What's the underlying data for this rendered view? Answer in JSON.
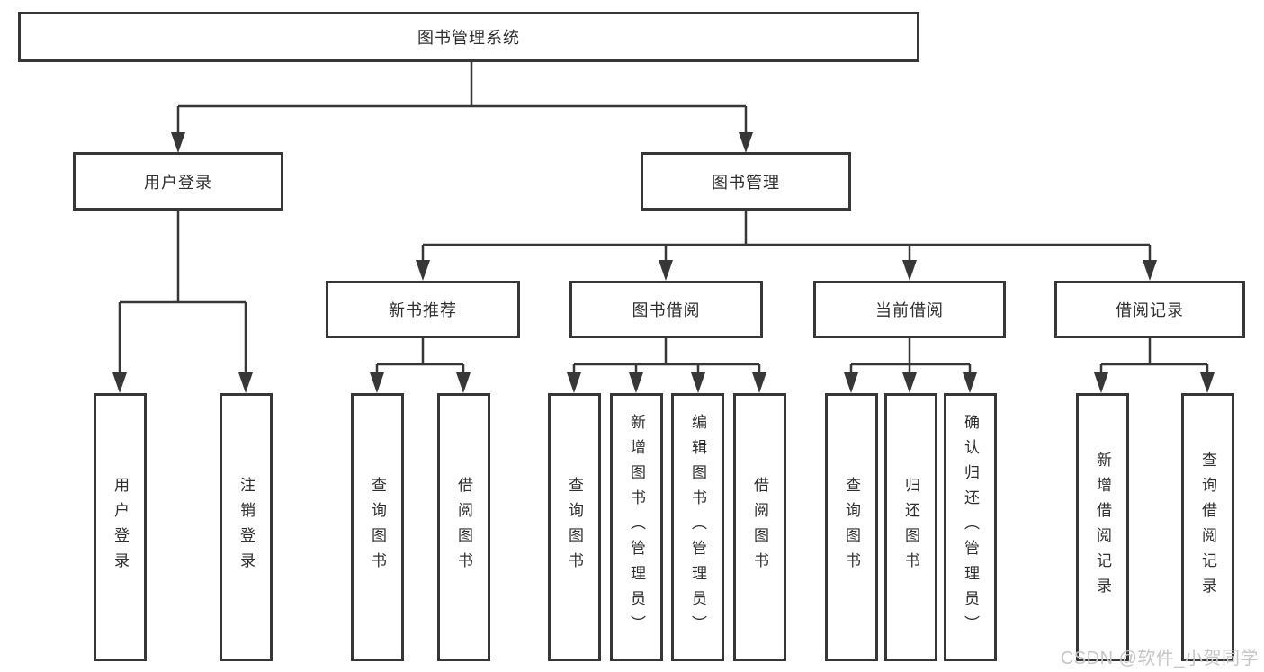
{
  "tree": {
    "root": "图书管理系统",
    "children": [
      {
        "label": "用户登录",
        "leaves": [
          "用户登录",
          "注销登录"
        ]
      },
      {
        "label": "图书管理",
        "children": [
          {
            "label": "新书推荐",
            "leaves": [
              "查询图书",
              "借阅图书"
            ]
          },
          {
            "label": "图书借阅",
            "leaves": [
              "查询图书",
              "新增图书（管理员）",
              "编辑图书（管理员）",
              "借阅图书"
            ]
          },
          {
            "label": "当前借阅",
            "leaves": [
              "查询图书",
              "归还图书",
              "确认归还（管理员）"
            ]
          },
          {
            "label": "借阅记录",
            "leaves": [
              "新增借阅记录",
              "查询借阅记录"
            ]
          }
        ]
      }
    ]
  },
  "watermark": {
    "text": "CSDN @软件_小贺同学"
  },
  "colors": {
    "line": "#373737",
    "text": "#2f2f2f",
    "watermark": "#c6c6c6",
    "background": "#ffffff"
  }
}
